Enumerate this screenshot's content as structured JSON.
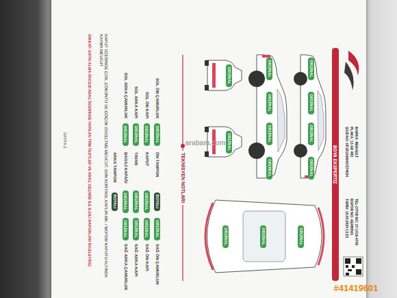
{
  "diagram": {
    "nodes": [
      {
        "text": [
          "BOYA EKSPERTİZ"
        ]
      },
      {
        "text": [
          "ORİJİNAL"
        ]
      },
      {
        "text": [
          "ORİJİNAL"
        ]
      },
      {
        "text": [
          "ORİJİNAL"
        ]
      },
      {
        "text": [
          "ORİJİNAL"
        ]
      },
      {
        "text": [
          "ORİJİNAL"
        ]
      },
      {
        "text": [
          "ORİJİNAL"
        ]
      },
      {
        "text": [
          "ORİJİNAL"
        ]
      },
      {
        "text": [
          "ORİJİNAL"
        ]
      },
      {
        "text": [
          "ORİJİNAL"
        ]
      },
      {
        "text": [
          "ORİJİNAL"
        ]
      },
      {
        "text": [
          "ORİJİNAL"
        ]
      },
      {
        "text": [
          "ORİJİNAL"
        ]
      },
      {
        "text": [
          "ORİJİNAL"
        ]
      },
      {
        "text": [
          "ORİJİNAL"
        ]
      },
      {
        "text": [
          "ORİJİNAL"
        ]
      },
      {
        "text": [
          "ORİJİNAL"
        ]
      },
      {
        "text": [
          "ORİJİNAL"
        ]
      },
      {
        "text": [
          "BOYALI"
        ]
      },
      {
        "text": [
          "ORİJİNAL"
        ]
      },
      {
        "text": [
          "ORİJİNAL"
        ]
      },
      {
        "text": [
          "ORİJİNAL"
        ]
      },
      {
        "text": [
          "BOYALI"
        ]
      },
      {
        "text": [
          "ORİJİNAL"
        ]
      },
      {
        "text": [
          "ORİJİNAL"
        ]
      },
      {
        "text": [
          "ORİJİNAL"
        ]
      },
      {
        "text": [
          "ORİJİNAL"
        ]
      }
    ],
    "labels": [
      "MARKA: RENAULT",
      "PLAKA: 13 AK 483",
      "ŞASİ NO: VF1RJA00467274024",
      "TEL-OTYB NO: 27-1419-4745",
      "RAPOR NO: AE480591",
      "TARİH: 19.04.2024 13:23",
      "TEKNİSYEN NOTLARI",
      "SOL ÖN ÇAMURLUK",
      "SOL ÖN KAPI",
      "SOL ARKA KAPI",
      "SOL ARKA ÇAMURLUK",
      "ÖN TAMPON",
      "KAPUT",
      "TAVAN",
      "BAGAJ KAPAĞI",
      "ARKA TAMPON",
      "SAĞ ÖN ÇAMURLUK",
      "SAĞ ÖN KAPI",
      "SAĞ ARKA KAPI",
      "SAĞ ARKA ÇAMURLUK",
      "KAPUT ÜZERİNDE EZİK, ÇÖKÜNTÜ VE GÖÇÜK DÜZELTME MEVCUT. SON KONTROL KAPLIN MK. / MOTOR KAPUTU ALTINDA KAYMA MEVCUT",
      "DİKKAT: SATIN ALMA ÖNCESİ ARAÇ ÜZERİNDE YAPILAN TÜM TESTLER VE ARAÇ GEÇMİŞİ İLE İLGİLİ RAPORLARI İNCELEYİNİZ.",
      "SAYFA 2",
      "arabam.com",
      "#41419601"
    ]
  }
}
